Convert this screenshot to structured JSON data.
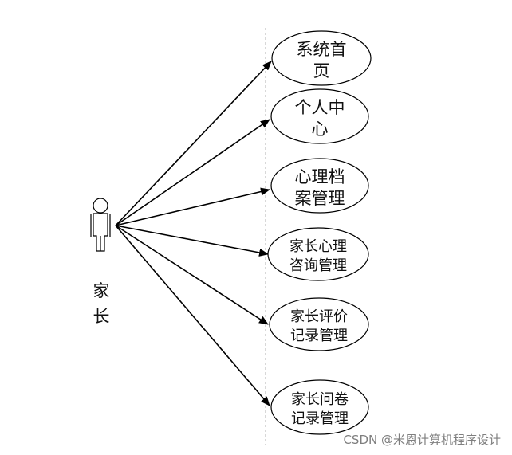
{
  "actor": {
    "label_line1": "家",
    "label_line2": "长"
  },
  "use_cases": [
    {
      "line1": "系统首",
      "line2": "页"
    },
    {
      "line1": "个人中",
      "line2": "心"
    },
    {
      "line1": "心理档",
      "line2": "案管理"
    },
    {
      "line1": "家长心理",
      "line2": "咨询管理"
    },
    {
      "line1": "家长评价",
      "line2": "记录管理"
    },
    {
      "line1": "家长问卷",
      "line2": "记录管理"
    }
  ],
  "watermark": "CSDN @米恩计算机程序设计",
  "colors": {
    "stroke": "#000000",
    "boundary": "#b0b0b0",
    "watermark": "#7f7f7f"
  }
}
